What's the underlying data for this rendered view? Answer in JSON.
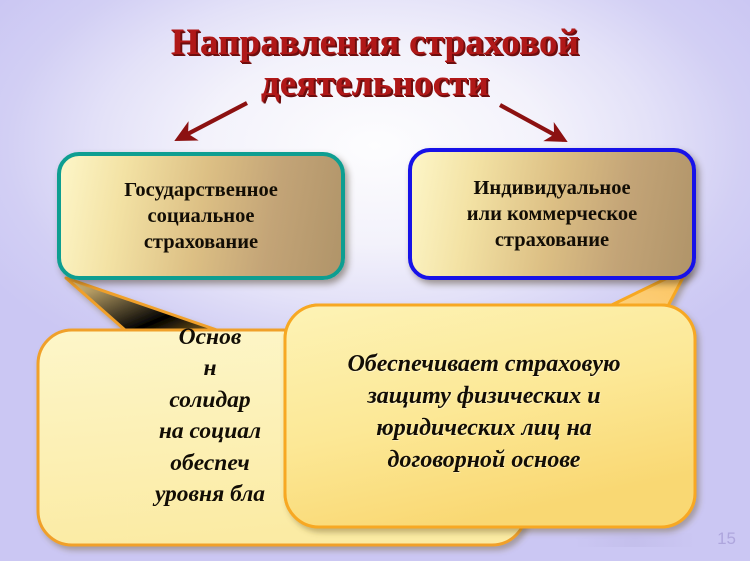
{
  "slide": {
    "title": "Направления страховой\nдеятельности",
    "title_color": "#b01818",
    "background_color": "#cdc9f4",
    "page_number": "15"
  },
  "boxes": [
    {
      "id": "state-social-insurance",
      "text": "Государственное\nсоциальное\nстрахование",
      "border_color": "#0e9e91",
      "fill_start": "#fdf6c8",
      "fill_end": "#b09469"
    },
    {
      "id": "individual-commercial-insurance",
      "text": "Индивидуальное\nили коммерческое\nстрахование",
      "border_color": "#1712e8",
      "fill_start": "#fdf6c8",
      "fill_end": "#b09469"
    }
  ],
  "callouts": [
    {
      "id": "callout-left",
      "text": "Основ\nн\nсолидар\nна социал\nобеспеч\nуровня бла",
      "border_color": "#f0a02a",
      "fill_color": "#fdf4bd"
    },
    {
      "id": "callout-right",
      "text": "Обеспечивает страховую\nзащиту физических и\nюридических лиц на\nдоговорной основе",
      "border_color": "#f7a823",
      "fill_color": "#fdf0a8"
    }
  ],
  "arrows": {
    "color": "#8c1111",
    "left_label": "arrow-to-left-box",
    "right_label": "arrow-to-right-box"
  }
}
